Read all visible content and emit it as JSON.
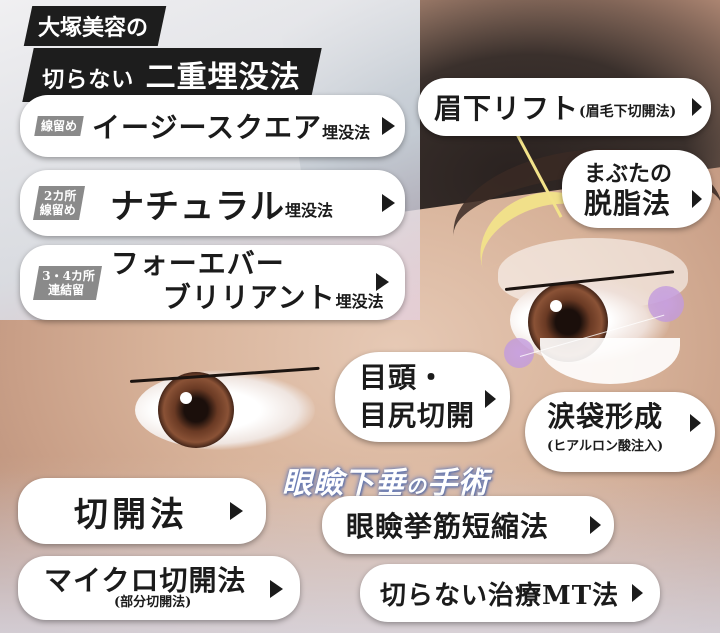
{
  "header": {
    "line1": "大塚美容の",
    "line2_small": "切らない",
    "line2_big": "二重埋没法"
  },
  "left_menu": [
    {
      "tag": "線留め",
      "name": "イージースクエア",
      "suffix": "埋没法"
    },
    {
      "tag_line1": "2カ所",
      "tag_line2": "線留め",
      "name": "ナチュラル",
      "suffix": "埋没法"
    },
    {
      "tag_line1": "3・4カ所",
      "tag_line2": "連結留",
      "name_line1": "フォーエバー",
      "name_line2": "ブリリアント",
      "suffix": "埋没法"
    }
  ],
  "right_menu": {
    "brow": {
      "name": "眉下リフト",
      "sub": "(眉毛下切開法)"
    },
    "fat": {
      "line1": "まぶたの",
      "line2": "脱脂法"
    },
    "corner": {
      "line1": "目頭・",
      "line2": "目尻切開"
    },
    "tearbag": {
      "name": "涙袋形成",
      "sub": "(ヒアルロン酸注入)"
    }
  },
  "bottom_left": {
    "incision": {
      "name": "切開法"
    },
    "micro": {
      "name": "マイクロ切開法",
      "sub": "(部分切開法)"
    }
  },
  "ptosis": {
    "title_a": "眼瞼下垂",
    "title_b": "の",
    "title_c": "手術",
    "items": [
      "眼瞼挙筋短縮法",
      "切らない治療MT法"
    ]
  }
}
